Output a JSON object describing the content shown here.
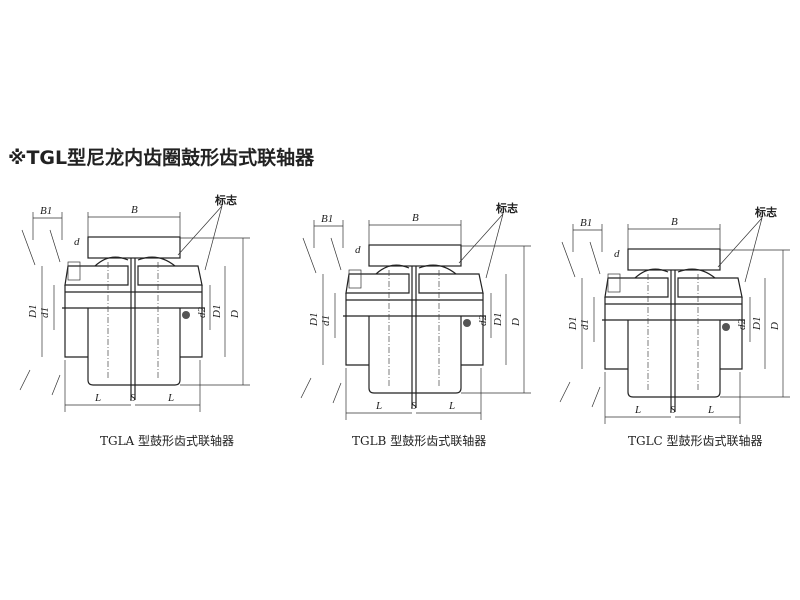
{
  "title": "※TGL型尼龙内齿圈鼓形齿式联轴器",
  "diagrams": [
    {
      "caption": "TGLA 型鼓形齿式联轴器",
      "labels": {
        "B1": "B1",
        "B": "B",
        "mark": "标志",
        "d": "d",
        "D1": "D1",
        "d1": "d1",
        "d2": "d2",
        "D1r": "D1",
        "D": "D",
        "L": "L",
        "S": "S",
        "L2": "L"
      }
    },
    {
      "caption": "TGLB 型鼓形齿式联轴器",
      "labels": {
        "B1": "B1",
        "B": "B",
        "mark": "标志",
        "d": "d",
        "D1": "D1",
        "d1": "d1",
        "d2": "d2",
        "D1r": "D1",
        "D": "D",
        "L": "L",
        "S": "S",
        "L2": "L"
      }
    },
    {
      "caption": "TGLC 型鼓形齿式联轴器",
      "labels": {
        "B1": "B1",
        "B": "B",
        "mark": "标志",
        "d": "d",
        "D1": "D1",
        "d1": "d1",
        "d2": "d2",
        "D1r": "D1",
        "D": "D",
        "L": "L",
        "S": "S",
        "L2": "L"
      }
    }
  ]
}
